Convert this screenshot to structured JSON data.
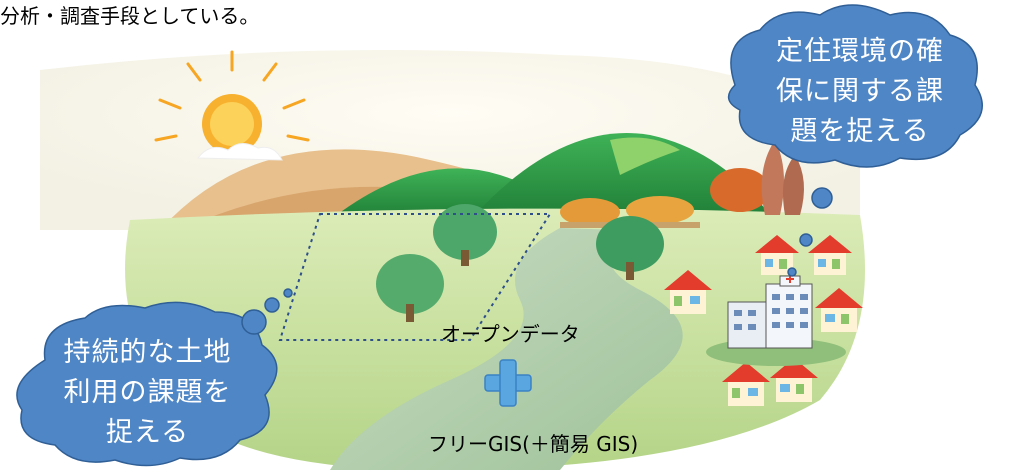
{
  "header_fragment": "分析・調査手段としている。",
  "clouds": {
    "top_right": {
      "lines": [
        "定住環境の確",
        "保に関する課",
        "題を捉える"
      ]
    },
    "bottom_left": {
      "lines": [
        "持続的な土地",
        "利用の課題を",
        "捉える"
      ]
    }
  },
  "labels": {
    "open_data": "オープンデータ",
    "free_gis": "フリーGIS(＋簡易 GIS)"
  },
  "colors": {
    "cloud_fill": "#4f86c6",
    "cloud_stroke": "#2f5f96",
    "plus": "#5aa6e0",
    "grass_light": "#cfe5a6",
    "grass_mid": "#a9cf7a",
    "hill_green": "#2f9a45",
    "hill_tan": "#e6b982",
    "sun": "#f6a623",
    "roof": "#e33b2c"
  }
}
